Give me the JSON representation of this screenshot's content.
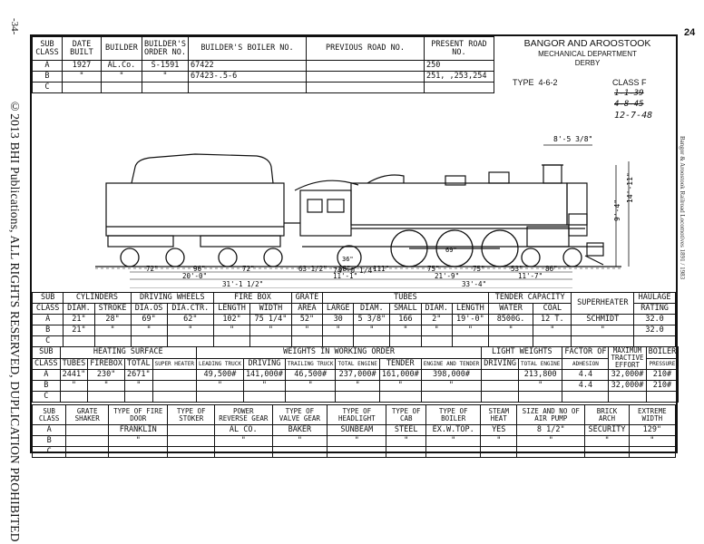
{
  "side": {
    "page_number": "-34-",
    "copyright": "©2013 BHI Publications, ALL RIGHTS RESERVED, DUPLICATION PROHIBITED",
    "right_caption": "Bangor & Aroostook Railroad  Locomotives 1891 / 1983",
    "corner_mark": "24"
  },
  "header_table": {
    "columns": [
      "SUB CLASS",
      "DATE BUILT",
      "BUILDER",
      "BUILDER'S ORDER NO.",
      "BUILDER'S BOILER NO.",
      "PREVIOUS ROAD NO.",
      "PRESENT ROAD NO."
    ],
    "rows": [
      [
        "A",
        "1927",
        "AL.Co.",
        "S-1591",
        "67422",
        "",
        "250"
      ],
      [
        "B",
        "\"",
        "\"",
        "\"",
        "67423-.5-6",
        "",
        "251,    ,253,254"
      ],
      [
        "C",
        "",
        "",
        "",
        "",
        "",
        ""
      ]
    ]
  },
  "railroad": {
    "name": "BANGOR AND AROOSTOOK",
    "dept": "MECHANICAL DEPARTMENT",
    "location": "DERBY",
    "type_label": "TYPE",
    "type_value": "4-6-2",
    "class_label": "CLASS",
    "class_value": "F",
    "date_struck1": "1-1-39",
    "date_struck2": "4-8-45",
    "date_current": "12-7-48"
  },
  "diagram": {
    "dim_stack": "8'-5 3/8\"",
    "dim_height1": "14'-11\"",
    "dim_height2": "9'-4\"",
    "driver_dia": "69\"",
    "lead_dia": "36\"",
    "dims_row1": [
      "72\"",
      "96\"",
      "72\"",
      "63 1/2\"",
      "68\"",
      "111\"",
      "75\"",
      "75\"",
      "53\"",
      "86\""
    ],
    "dims_row2": [
      "20'-0\"",
      "11'-1\"",
      "21'-9\"",
      "11'-7\""
    ],
    "dims_row3": [
      "31'-1 1/2\"",
      "33'-4\""
    ],
    "dims_row4": "74'-0 1/4\""
  },
  "table2": {
    "groups": [
      "SUB",
      "CYLINDERS",
      "DRIVING WHEELS",
      "FIRE BOX",
      "GRATE",
      "TUBES",
      "TENDER CAPACITY",
      "SUPERHEATER",
      "HAULAGE"
    ],
    "sub": [
      "CLASS",
      "DIAM.",
      "STROKE",
      "DIA.OS",
      "DIA.CTR.",
      "LENGTH",
      "WIDTH",
      "AREA",
      "LARGE",
      "DIAM.",
      "SMALL",
      "DIAM.",
      "LENGTH",
      "WATER",
      "COAL",
      "",
      "RATING"
    ],
    "rows": [
      [
        "A",
        "21\"",
        "28\"",
        "69\"",
        "62\"",
        "102\"",
        "75 1/4\"",
        "52\"",
        "30",
        "5 3/8\"",
        "166",
        "2\"",
        "19'-0\"",
        "8500G.",
        "12 T.",
        "SCHMIDT",
        "32.0"
      ],
      [
        "B",
        "21\"",
        "\"",
        "\"",
        "\"",
        "\"",
        "\"",
        "\"",
        "\"",
        "\"",
        "\"",
        "\"",
        "\"",
        "\"",
        "\"",
        "\"",
        "32.0"
      ],
      [
        "C",
        "",
        "",
        "",
        "",
        "",
        "",
        "",
        "",
        "",
        "",
        "",
        "",
        "",
        "",
        "",
        ""
      ]
    ]
  },
  "table3": {
    "groups": [
      "SUB",
      "HEATING SURFACE",
      "WEIGHTS IN WORKING ORDER",
      "LIGHT WEIGHTS",
      "FACTOR OF",
      "MAXIMUM TRACTIVE EFFORT",
      "BOILER"
    ],
    "sub": [
      "CLASS",
      "TUBES",
      "FIREBOX",
      "TOTAL",
      "SUPER HEATER",
      "LEADING TRUCK",
      "DRIVING",
      "TRAILING TRUCK",
      "TOTAL ENGINE",
      "TENDER",
      "ENGINE AND TENDER",
      "DRIVING",
      "TOTAL ENGINE",
      "ADHESION",
      "",
      "PRESSURE"
    ],
    "rows": [
      [
        "A",
        "2441\"",
        "230\"",
        "2671\"",
        "",
        "49,500#",
        "141,000#",
        "46,500#",
        "237,000#",
        "161,000#",
        "398,000#",
        "",
        "213,800",
        "4.4",
        "32,000#",
        "210#"
      ],
      [
        "B",
        "\"",
        "\"",
        "\"",
        "",
        "\"",
        "\"",
        "\"",
        "\"",
        "\"",
        "\"",
        "",
        "\"",
        "4.4",
        "32,000#",
        "210#"
      ],
      [
        "C",
        "",
        "",
        "",
        "",
        "",
        "",
        "",
        "",
        "",
        "",
        "",
        "",
        "",
        "",
        ""
      ]
    ]
  },
  "table4": {
    "head": [
      "SUB CLASS",
      "GRATE SHAKER",
      "TYPE OF FIRE DOOR",
      "TYPE OF STOKER",
      "POWER REVERSE GEAR",
      "TYPE OF VALVE GEAR",
      "TYPE OF HEADLIGHT",
      "TYPE OF CAB",
      "TYPE OF BOILER",
      "STEAM HEAT",
      "SIZE AND NO OF AIR PUMP",
      "BRICK ARCH",
      "EXTREME WIDTH"
    ],
    "rows": [
      [
        "A",
        "",
        "FRANKLIN",
        "",
        "AL CO.",
        "BAKER",
        "SUNBEAM",
        "STEEL",
        "EX.W.TOP.",
        "YES",
        "8 1/2\"",
        "SECURITY",
        "129\""
      ],
      [
        "B",
        "",
        "\"",
        "",
        "\"",
        "\"",
        "\"",
        "\"",
        "\"",
        "\"",
        "\"",
        "\"",
        "\""
      ],
      [
        "C",
        "",
        "",
        "",
        "",
        "",
        "",
        "",
        "",
        "",
        "",
        "",
        ""
      ]
    ]
  }
}
